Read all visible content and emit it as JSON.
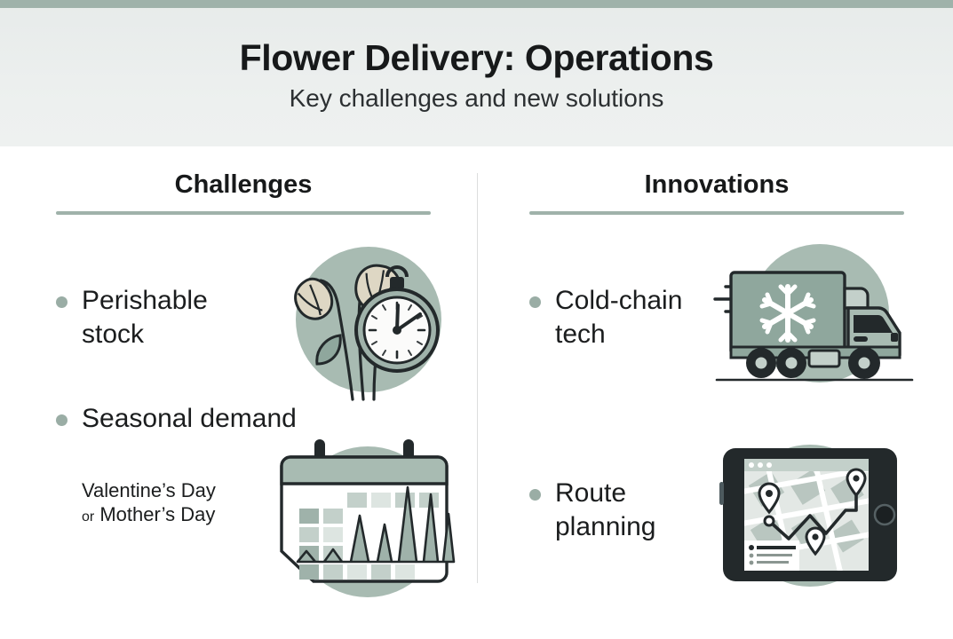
{
  "header": {
    "title": "Flower Delivery: Operations",
    "subtitle": "Key challenges and new solutions",
    "accent_color": "#9fb2aa",
    "background_color": "#eef1f0"
  },
  "theme": {
    "sage": "#9fb2aa",
    "sage_dark": "#7f978d",
    "sage_circle": "#a8bbb2",
    "bullet_dot": "#9aada5",
    "text": "#1b1d1e",
    "divider": "#dcdedd",
    "petal": "#ded7c4",
    "ink": "#23292b",
    "white": "#ffffff"
  },
  "columns": [
    {
      "id": "challenges",
      "heading": "Challenges",
      "bullets": [
        {
          "id": "perishable-stock",
          "label": "Perishable\nstock",
          "icon": "wilting-flowers-stopwatch-illustration"
        },
        {
          "id": "seasonal-demand",
          "label": "Seasonal demand",
          "icon": "calendar-demand-spikes-illustration",
          "caption_line1": "Valentine’s Day",
          "caption_or": "or",
          "caption_line2": "Mother’s Day"
        }
      ]
    },
    {
      "id": "innovations",
      "heading": "Innovations",
      "bullets": [
        {
          "id": "cold-chain-tech",
          "label": "Cold-chain\ntech",
          "icon": "refrigerated-truck-illustration"
        },
        {
          "id": "route-planning",
          "label": "Route\nplanning",
          "icon": "tablet-route-map-illustration"
        }
      ]
    }
  ]
}
